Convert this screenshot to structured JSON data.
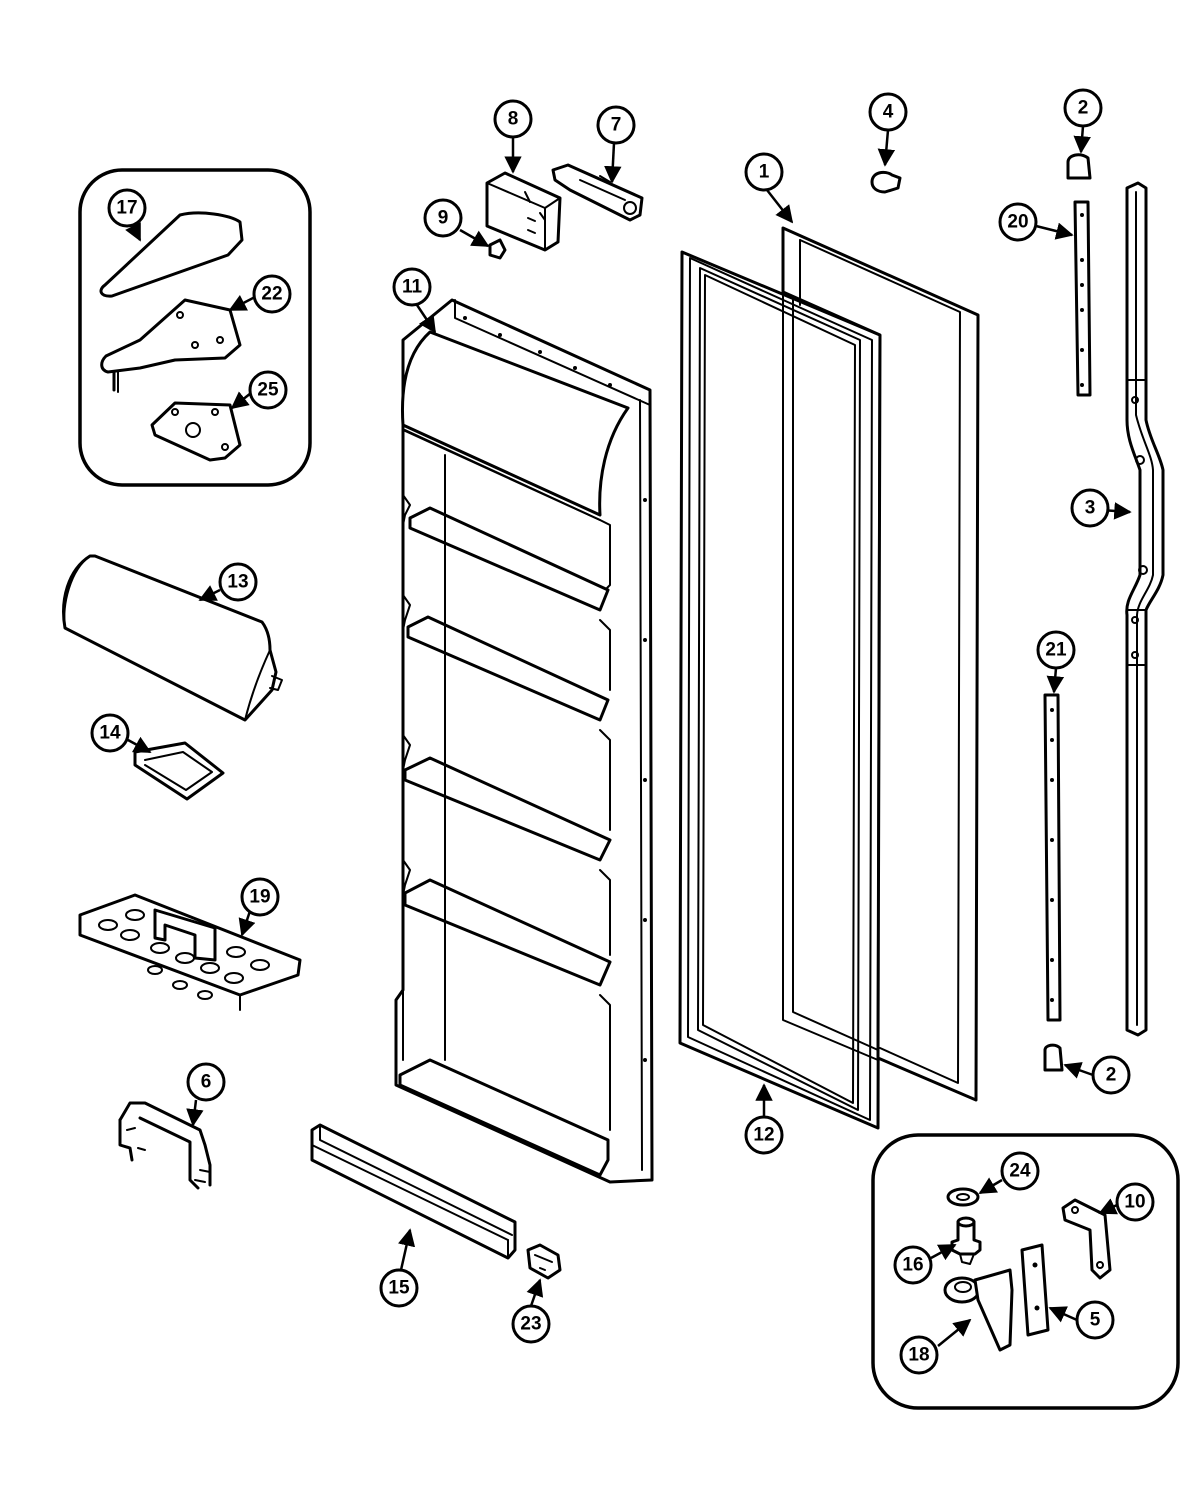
{
  "callouts": [
    {
      "id": "1",
      "label": "1"
    },
    {
      "id": "2a",
      "label": "2"
    },
    {
      "id": "2b",
      "label": "2"
    },
    {
      "id": "3",
      "label": "3"
    },
    {
      "id": "4",
      "label": "4"
    },
    {
      "id": "5",
      "label": "5"
    },
    {
      "id": "6",
      "label": "6"
    },
    {
      "id": "7",
      "label": "7"
    },
    {
      "id": "8",
      "label": "8"
    },
    {
      "id": "9",
      "label": "9"
    },
    {
      "id": "10",
      "label": "10"
    },
    {
      "id": "11",
      "label": "11"
    },
    {
      "id": "12",
      "label": "12"
    },
    {
      "id": "13",
      "label": "13"
    },
    {
      "id": "14",
      "label": "14"
    },
    {
      "id": "15",
      "label": "15"
    },
    {
      "id": "16",
      "label": "16"
    },
    {
      "id": "17",
      "label": "17"
    },
    {
      "id": "18",
      "label": "18"
    },
    {
      "id": "19",
      "label": "19"
    },
    {
      "id": "20",
      "label": "20"
    },
    {
      "id": "21",
      "label": "21"
    },
    {
      "id": "22",
      "label": "22"
    },
    {
      "id": "23",
      "label": "23"
    },
    {
      "id": "24",
      "label": "24"
    },
    {
      "id": "25",
      "label": "25"
    }
  ]
}
